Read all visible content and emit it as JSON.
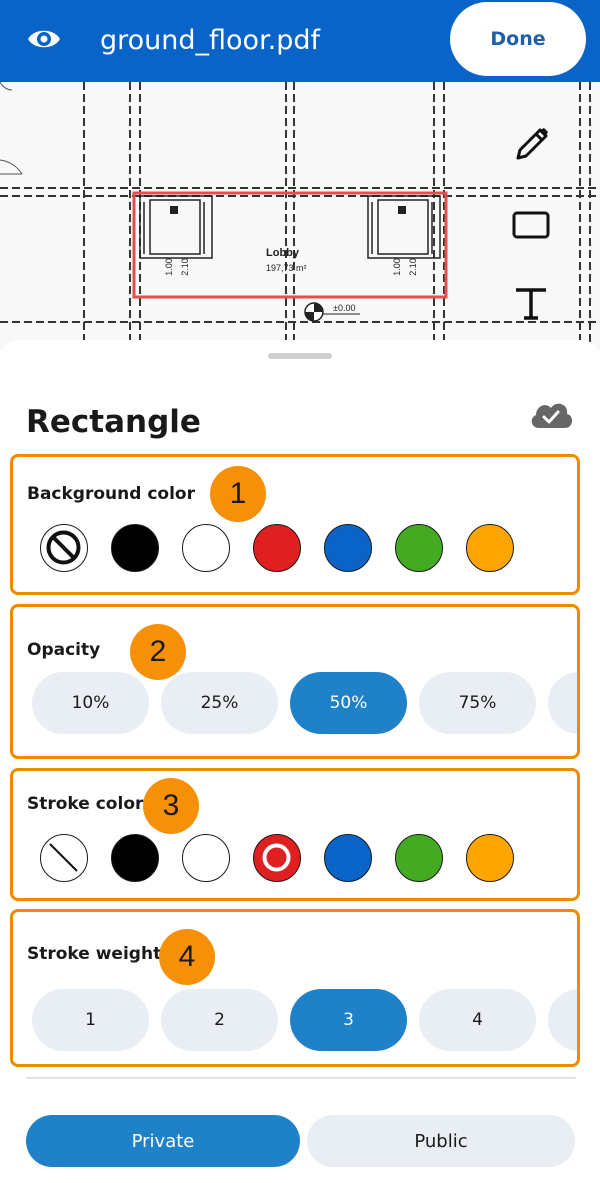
{
  "header": {
    "filename": "ground_floor.pdf",
    "done_label": "Done"
  },
  "drawing": {
    "room_name": "Lobby",
    "room_area": "197,73 m²",
    "dim_left_a": "1.00",
    "dim_left_b": "2.10",
    "dim_right_a": "1.00",
    "dim_right_b": "2.10",
    "level_mark": "±0.00"
  },
  "tools": [
    "pencil-icon",
    "rectangle-icon",
    "text-icon"
  ],
  "sheet": {
    "title": "Rectangle",
    "sections": {
      "background": {
        "label": "Background color",
        "badge": "1",
        "colors": [
          "none",
          "#000000",
          "#ffffff",
          "#e02020",
          "#0a64c8",
          "#44aa22",
          "#ffa500"
        ],
        "selected": "none"
      },
      "opacity": {
        "label": "Opacity",
        "badge": "2",
        "options": [
          "10%",
          "25%",
          "50%",
          "75%"
        ],
        "selected": "50%"
      },
      "stroke_color": {
        "label": "Stroke color",
        "badge": "3",
        "colors": [
          "none",
          "#000000",
          "#ffffff",
          "#e02020",
          "#0a64c8",
          "#44aa22",
          "#ffa500"
        ],
        "selected": "#e02020"
      },
      "stroke_weight": {
        "label": "Stroke weight",
        "badge": "4",
        "options": [
          "1",
          "2",
          "3",
          "4"
        ],
        "selected": "3"
      }
    },
    "visibility": {
      "private_label": "Private",
      "public_label": "Public",
      "selected": "Private"
    }
  },
  "colors": {
    "header_blue": "#0a64c8",
    "accent_blue": "#1f82c8",
    "highlight_orange": "#f08a00",
    "pill_bg": "#e8eef3"
  }
}
